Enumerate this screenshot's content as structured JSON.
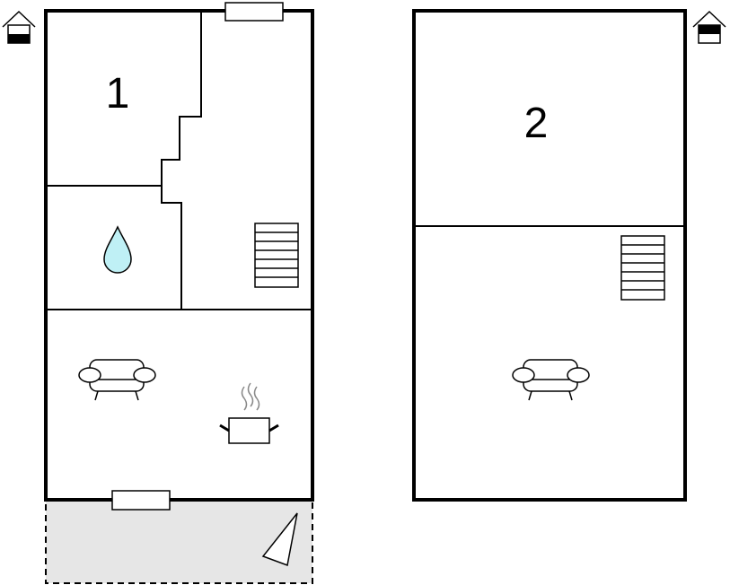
{
  "floors": [
    {
      "label": "1"
    },
    {
      "label": "2"
    }
  ],
  "icons": [
    "house-ground-floor-icon",
    "house-upper-floor-icon",
    "water-drop-icon",
    "staircase-icon",
    "sofa-icon",
    "cooking-pot-icon",
    "window-icon",
    "terrace",
    "compass-arrow-icon"
  ],
  "colors": {
    "walls": "#000000",
    "water": "#bff0f5",
    "terrace": "#e6e6e6"
  }
}
